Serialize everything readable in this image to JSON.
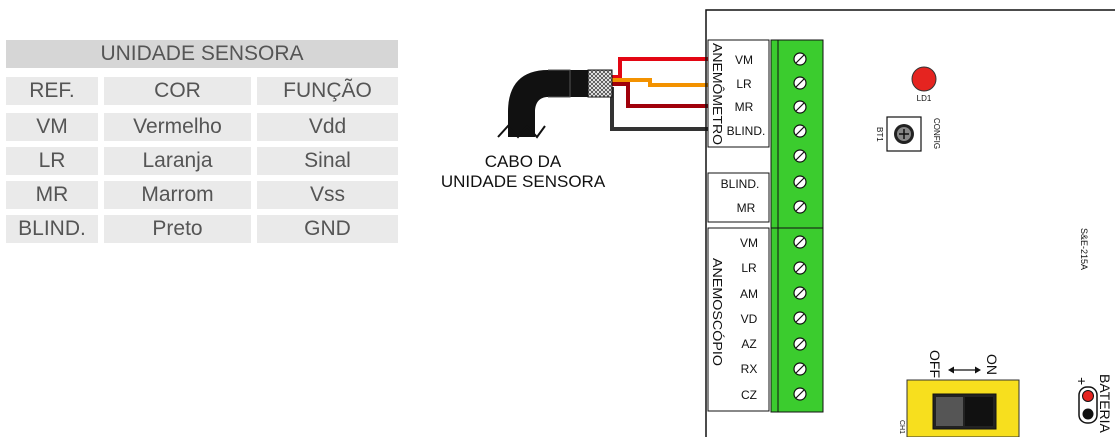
{
  "table": {
    "title": "UNIDADE SENSORA",
    "headers": [
      "REF.",
      "COR",
      "FUNÇÃO"
    ],
    "rows": [
      [
        "VM",
        "Vermelho",
        "Vdd"
      ],
      [
        "LR",
        "Laranja",
        "Sinal"
      ],
      [
        "MR",
        "Marrom",
        "Vss"
      ],
      [
        "BLIND.",
        "Preto",
        "GND"
      ]
    ]
  },
  "cable": {
    "line1": "CABO DA",
    "line2": "UNIDADE SENSORA"
  },
  "board": {
    "anemometro_label": "ANEMÔMETRO",
    "anemometro_pins": [
      "VM",
      "LR",
      "MR",
      "BLIND."
    ],
    "extra_pins": [
      "BLIND.",
      "MR"
    ],
    "anemoscopio_label": "ANEMOSCÓPIO",
    "anemoscopio_pins": [
      "VM",
      "LR",
      "AM",
      "VD",
      "AZ",
      "RX",
      "CZ"
    ],
    "led_label": "LD1",
    "button_label": "BT1",
    "config_label": "CONFIG",
    "board_code": "S&E-215A",
    "switch_off": "OFF",
    "switch_on": "ON",
    "switch_ref": "CH1",
    "battery_label": "BATERIA",
    "battery_plus": "+",
    "battery_minus": "−"
  },
  "colors": {
    "wire_vm": "#e30613",
    "wire_lr": "#f39200",
    "wire_mr": "#a0000a",
    "wire_blind": "#333333",
    "terminal_green": "#3bcc2e",
    "led_red": "#e52420",
    "switch_yellow": "#f7df1e"
  }
}
